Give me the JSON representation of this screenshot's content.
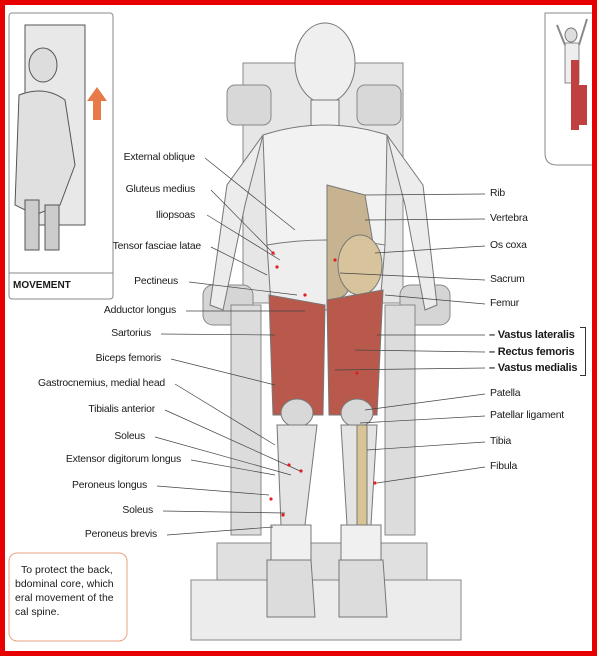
{
  "inset_left": {
    "caption": "MOVEMENT"
  },
  "left_labels": [
    "External oblique",
    "Gluteus medius",
    "Iliopsoas",
    "Tensor fasciae latae",
    "Pectineus",
    "Adductor longus",
    "Sartorius",
    "Biceps femoris",
    "Gastrocnemius, medial head",
    "Tibialis anterior",
    "Soleus",
    "Extensor digitorum longus",
    "Peroneus longus",
    "Soleus",
    "Peroneus brevis"
  ],
  "right_labels": [
    "Rib",
    "Vertebra",
    "Os coxa",
    "Sacrum",
    "Femur",
    "– Vastus lateralis",
    "– Rectus femoris",
    "– Vastus medialis",
    "Patella",
    "Patellar ligament",
    "Tibia",
    "Fibula"
  ],
  "note": {
    "lines": [
      "To protect the back,",
      "bdominal core, which",
      "eral movement of the",
      "cal spine."
    ]
  },
  "colors": {
    "border": "#e60000",
    "background_outer": "#0a1a9a",
    "arrow": "#e87a4a",
    "muscle": "#b8564a"
  }
}
